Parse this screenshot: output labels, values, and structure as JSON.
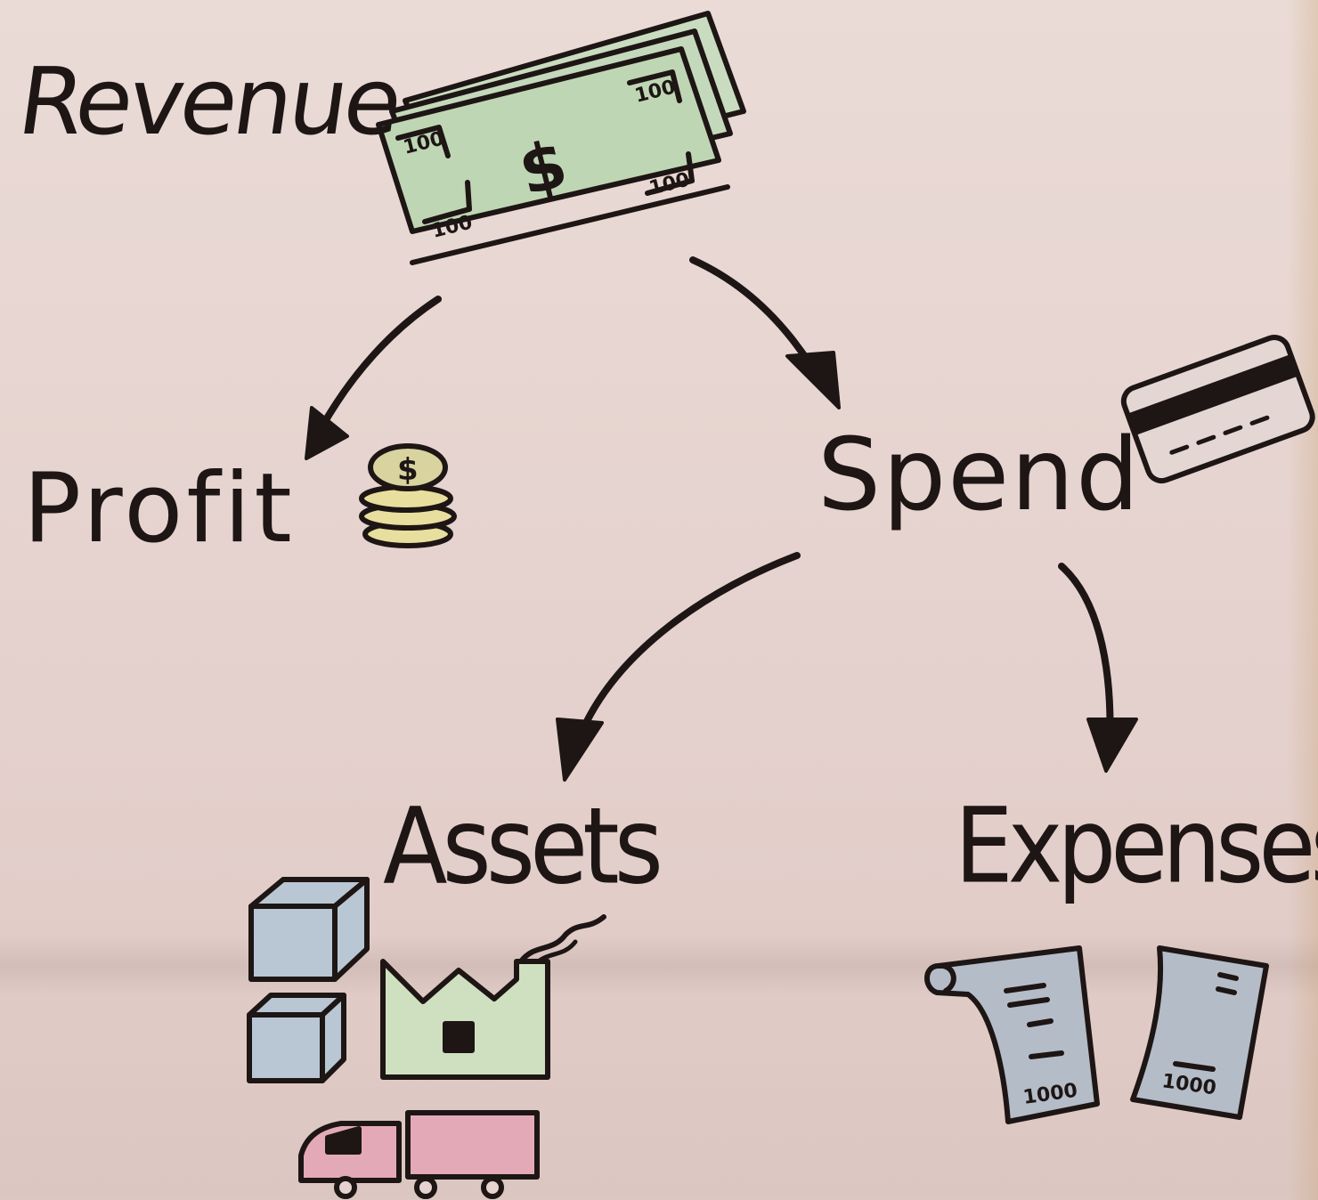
{
  "nodes": {
    "revenue": "Revenue",
    "profit": "Profit",
    "spend": "Spend",
    "assets": "Assets",
    "expenses": "Expenses"
  },
  "edges": [
    {
      "from": "revenue",
      "to": "profit"
    },
    {
      "from": "revenue",
      "to": "spend"
    },
    {
      "from": "spend",
      "to": "assets"
    },
    {
      "from": "spend",
      "to": "expenses"
    }
  ],
  "illustrations": {
    "banknote_denomination": "100",
    "banknote_symbol": "$",
    "coin_symbol": "$",
    "receipt_amounts": [
      "1000",
      "1000"
    ],
    "icons": [
      "banknotes-icon",
      "coin-stack-icon",
      "credit-card-icon",
      "boxes-icon",
      "factory-icon",
      "truck-icon",
      "receipts-icon"
    ]
  },
  "colors": {
    "ink": "#1d1614",
    "banknote_green": "#bfd6b4",
    "coin_yellow": "#e8df9e",
    "box_blue": "#b9c6d4",
    "factory_green": "#cfe0c0",
    "truck_pink": "#e3a9b6",
    "receipt_gray": "#b4bcc8"
  }
}
